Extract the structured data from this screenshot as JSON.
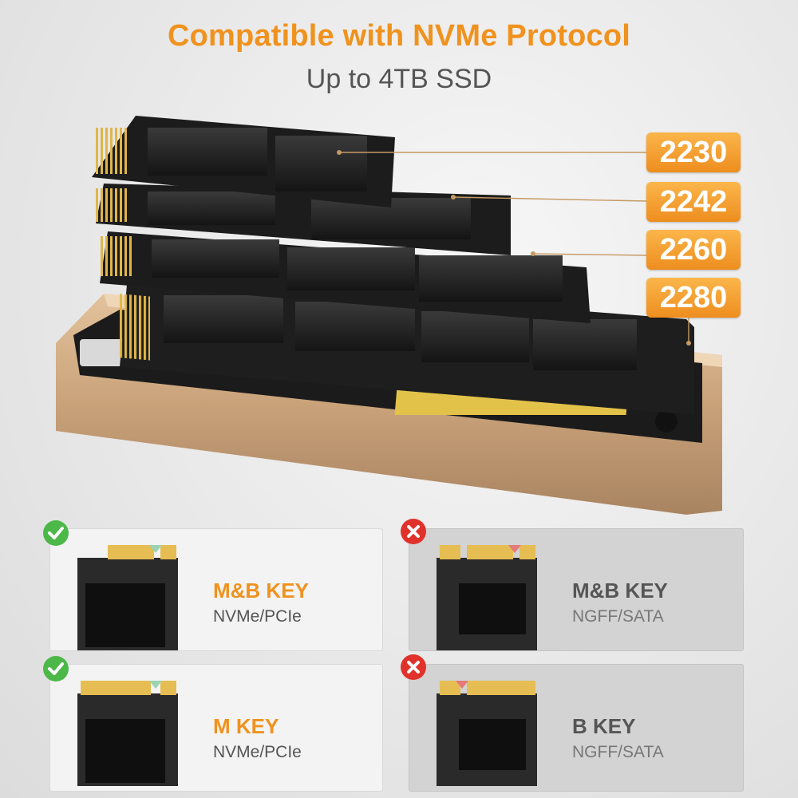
{
  "header": {
    "title": "Compatible with NVMe Protocol",
    "subtitle": "Up to 4TB SSD"
  },
  "sizes": [
    "2230",
    "2242",
    "2260",
    "2280"
  ],
  "colors": {
    "accent": "#f0921e",
    "badge": "#f5a23a",
    "ok": "#4cb848",
    "error": "#e0322a",
    "enclosure": "#c9a57e"
  },
  "compatibility": [
    {
      "key": "M&B KEY",
      "interface": "NVMe/PCIe",
      "supported": true,
      "status_icon": "check-icon"
    },
    {
      "key": "M&B KEY",
      "interface": "NGFF/SATA",
      "supported": false,
      "status_icon": "cross-icon"
    },
    {
      "key": "M KEY",
      "interface": "NVMe/PCIe",
      "supported": true,
      "status_icon": "check-icon"
    },
    {
      "key": "B KEY",
      "interface": "NGFF/SATA",
      "supported": false,
      "status_icon": "cross-icon"
    }
  ]
}
